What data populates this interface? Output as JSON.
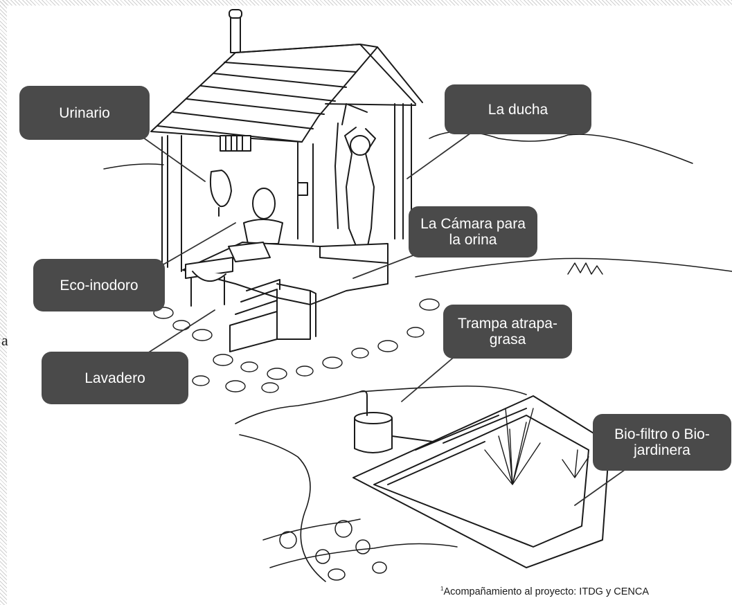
{
  "callouts": {
    "urinario": "Urinario",
    "ducha": "La ducha",
    "camara": "La Cámara para la orina",
    "eco_inodoro": "Eco-inodoro",
    "trampa": "Trampa atrapa-grasa",
    "lavadero": "Lavadero",
    "biofiltro": "Bio-filtro o Bio-jardinera"
  },
  "side_char": "a",
  "credit": {
    "marker": "1",
    "text": "Acompañamiento al proyecto: ITDG y CENCA"
  }
}
